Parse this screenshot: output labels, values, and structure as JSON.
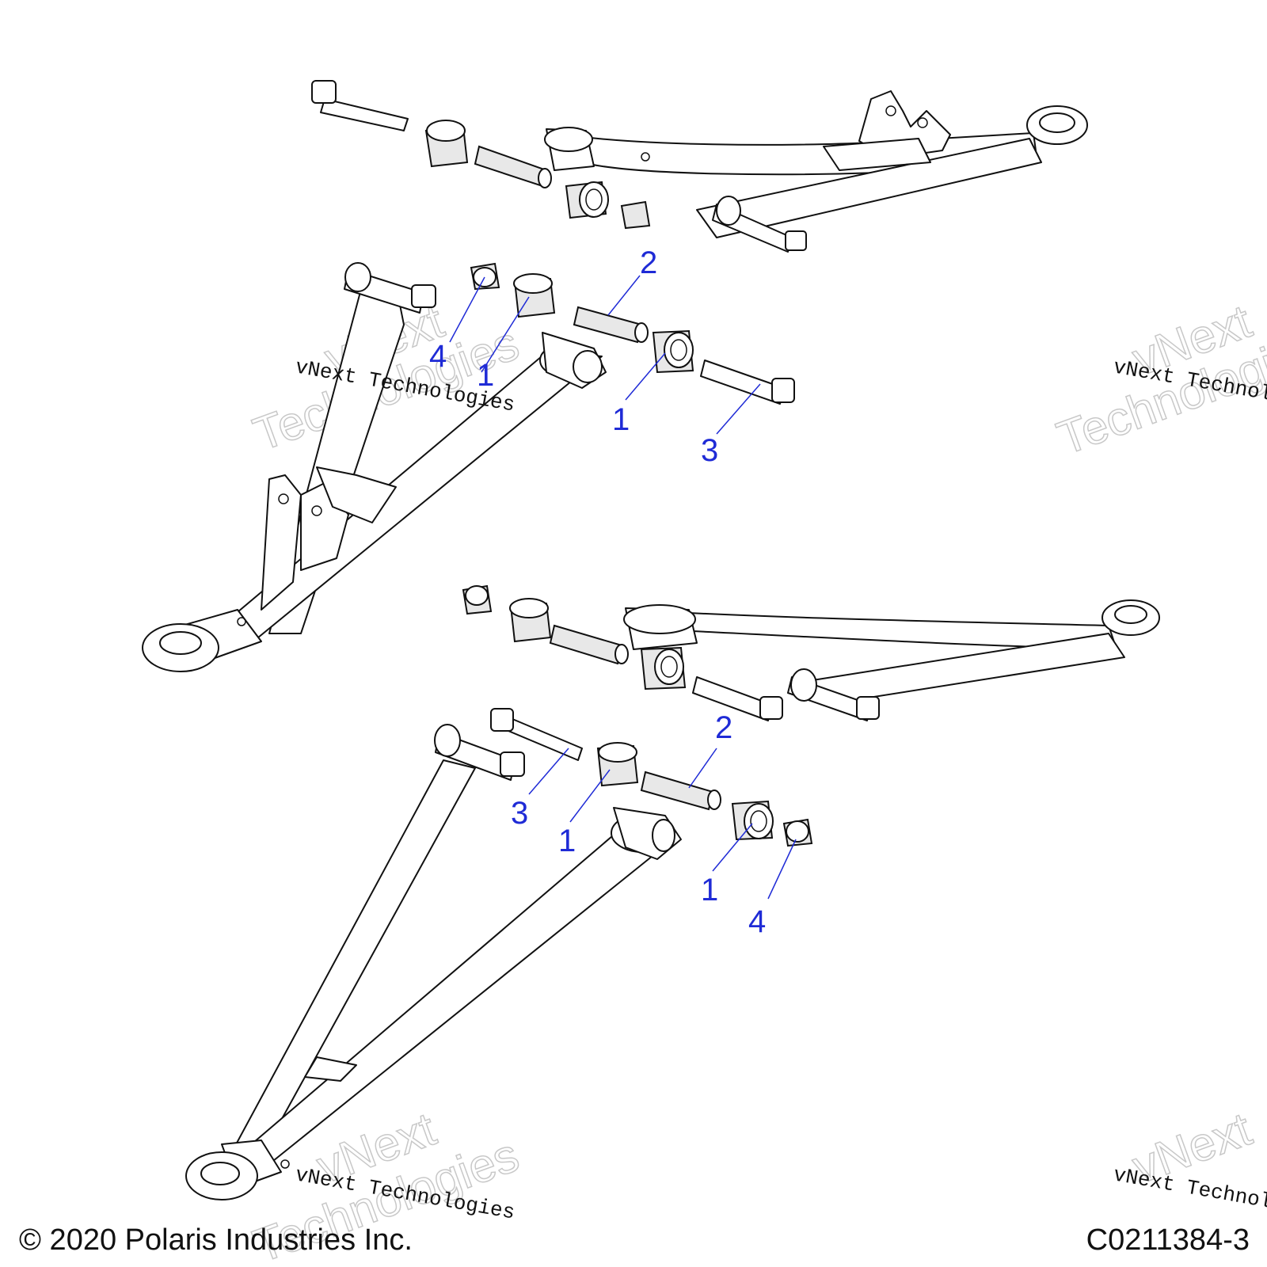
{
  "diagram": {
    "callouts": {
      "upper": [
        "2",
        "4",
        "1",
        "1",
        "3"
      ],
      "lower": [
        "2",
        "3",
        "1",
        "1",
        "4"
      ]
    },
    "watermark": {
      "line": "vNext Technologies",
      "word1": "vNext",
      "word2": "Technologies"
    },
    "copyright": "© 2020 Polaris Industries Inc.",
    "figure_id": "C0211384-3"
  }
}
